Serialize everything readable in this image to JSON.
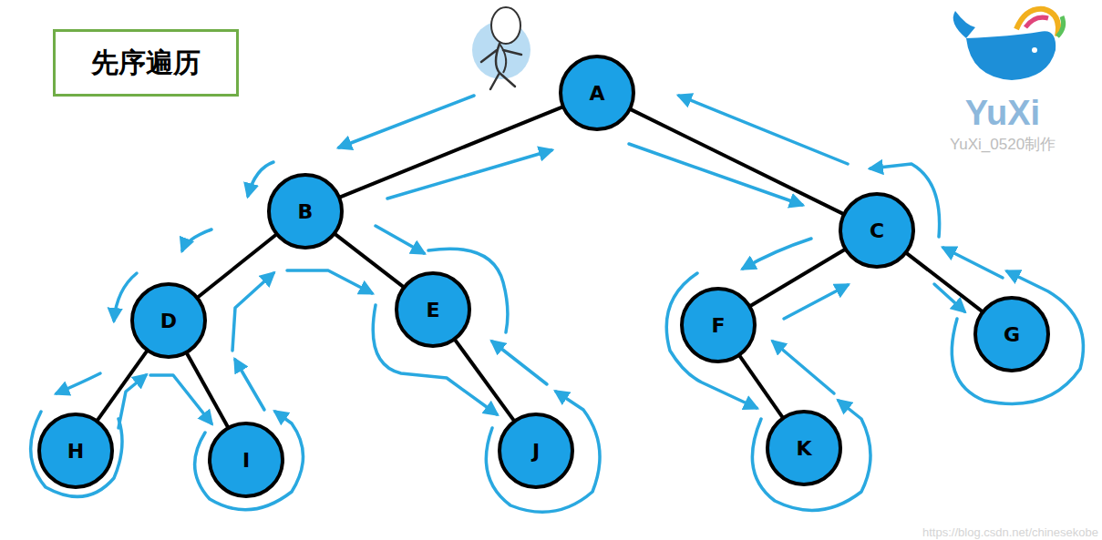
{
  "diagram": {
    "title": "先序遍历",
    "nodes": [
      {
        "text": [
          "A"
        ]
      },
      {
        "text": [
          "B"
        ]
      },
      {
        "text": [
          "C"
        ]
      },
      {
        "text": [
          "D"
        ]
      },
      {
        "text": [
          "E"
        ]
      },
      {
        "text": [
          "F"
        ]
      },
      {
        "text": [
          "G"
        ]
      },
      {
        "text": [
          "H"
        ]
      },
      {
        "text": [
          "I"
        ]
      },
      {
        "text": [
          "J"
        ]
      },
      {
        "text": [
          "K"
        ]
      }
    ],
    "edges": [
      {
        "from": 0,
        "to": 1,
        "arrow": "none"
      },
      {
        "from": 0,
        "to": 2,
        "arrow": "none"
      },
      {
        "from": 1,
        "to": 3,
        "arrow": "none"
      },
      {
        "from": 1,
        "to": 4,
        "arrow": "none"
      },
      {
        "from": 3,
        "to": 7,
        "arrow": "none"
      },
      {
        "from": 3,
        "to": 8,
        "arrow": "none"
      },
      {
        "from": 4,
        "to": 9,
        "arrow": "none"
      },
      {
        "from": 2,
        "to": 5,
        "arrow": "none"
      },
      {
        "from": 2,
        "to": 6,
        "arrow": "none"
      },
      {
        "from": 5,
        "to": 10,
        "arrow": "none"
      }
    ],
    "labels": [
      "YuXi",
      "YuXi_0520制作",
      "https://blog.csdn.net/chinesekobe"
    ]
  }
}
